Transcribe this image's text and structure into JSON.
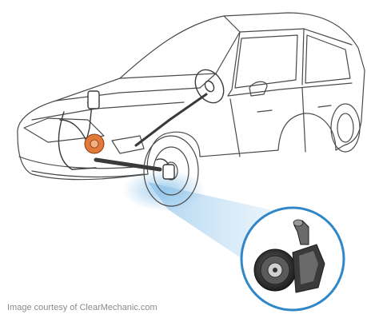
{
  "caption": {
    "text": "Image courtesy of ClearMechanic.com"
  },
  "illustration": {
    "subject": "car-power-steering-system",
    "callout_part": "power-steering-pump",
    "colors": {
      "outline": "#4a4a4a",
      "highlight_part": "#e07a3a",
      "focus_blue": "#8fc4ea",
      "callout_ring": "#2f86c8",
      "pump_body": "#3a3a3a"
    }
  }
}
